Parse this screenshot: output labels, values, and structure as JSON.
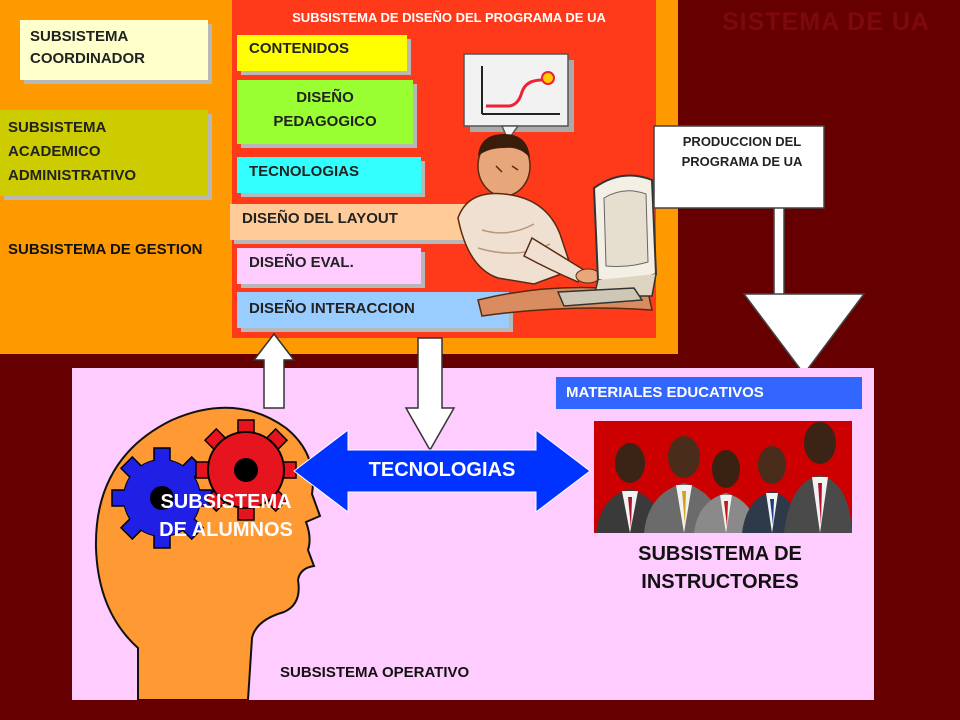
{
  "title": "SISTEMA DE UA",
  "management": {
    "coordinator": "SUBSISTEMA COORDINADOR",
    "academic": "SUBSISTEMA ACADEMICO ADMINISTRATIVO",
    "management_label": "SUBSISTEMA DE GESTION"
  },
  "design": {
    "title": "SUBSISTEMA DE DISEÑO DEL PROGRAMA DE UA",
    "items": {
      "contenidos": "CONTENIDOS",
      "pedagogico": "DISEÑO PEDAGOGICO",
      "tecnologias": "TECNOLOGIAS",
      "layout": "DISEÑO DEL LAYOUT",
      "eval": "DISEÑO EVAL.",
      "interaccion": "DISEÑO INTERACCION"
    }
  },
  "production_label": "PRODUCCION DEL PROGRAMA DE UA",
  "operative": {
    "label": "SUBSISTEMA OPERATIVO",
    "materials": "MATERIALES EDUCATIVOS",
    "technologies": "TECNOLOGIAS",
    "students": "SUBSISTEMA DE ALUMNOS",
    "instructors": "SUBSISTEMA DE INSTRUCTORES"
  },
  "colors": {
    "background": "#660000",
    "management_panel": "#ff9900",
    "design_panel": "#ff3a1a",
    "operative_panel": "#ffccff",
    "arrow_blue": "#0033ff"
  },
  "icons": [
    "person-at-computer-illustration",
    "head-gears-illustration",
    "instructors-group-photo"
  ]
}
